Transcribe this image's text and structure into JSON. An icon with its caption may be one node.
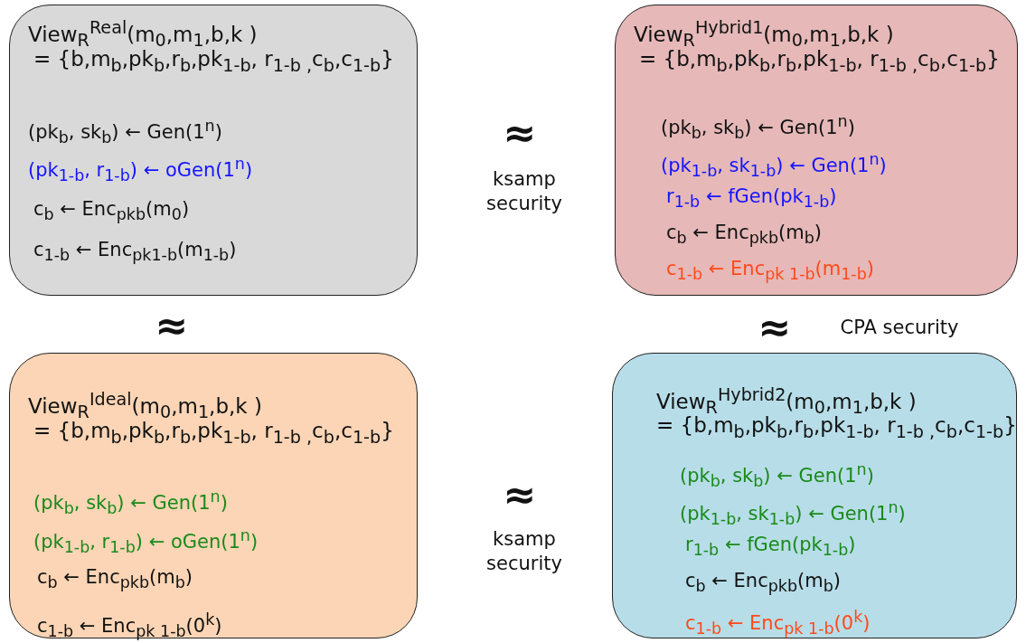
{
  "diagram": {
    "nodes": [
      {
        "text": [
          "View$_{R}$$^{Real}$(m$_{0}$,m$_{1}$,b,k )",
          "= {b,m$_{b}$,pk$_{b}$,r$_{b}$,pk$_{1-b}$, r$_{1-b ,}$c$_{b}$,c$_{1-b}$}",
          "(pk$_{b}$, sk$_{b}$) ← Gen(1$^{n}$)",
          "(pk$_{1-b}$, r$_{1-b}$) ← oGen(1$^{n}$)",
          "c$_{b}$ ← Enc$_{pkb}$(m$_{0}$)",
          "c$_{1-b}$ ← Enc$_{pk1-b}$(m$_{1-b}$)"
        ]
      },
      {
        "text": [
          "View$_{R}$$^{Hybrid1}$(m$_{0}$,m$_{1}$,b,k )",
          "= {b,m$_{b}$,pk$_{b}$,r$_{b}$,pk$_{1-b}$, r$_{1-b ,}$c$_{b}$,c$_{1-b}$}",
          "(pk$_{b}$, sk$_{b}$) ← Gen(1$^{n}$)",
          "(pk$_{1-b}$, sk$_{1-b}$) ← Gen(1$^{n}$)",
          "r$_{1-b}$ ← fGen(pk$_{1-b}$)",
          "c$_{b}$ ← Enc$_{pkb}$(m$_{b}$)",
          "c$_{1-b}$ ← Enc$_{pk 1-b}$(m$_{1-b}$)"
        ]
      },
      {
        "text": [
          "View$_{R}$$^{Ideal}$(m$_{0}$,m$_{1}$,b,k )",
          "= {b,m$_{b}$,pk$_{b}$,r$_{b}$,pk$_{1-b}$, r$_{1-b ,}$c$_{b}$,c$_{1-b}$}",
          "(pk$_{b}$, sk$_{b}$) ← Gen(1$^{n}$)",
          "(pk$_{1-b}$, r$_{1-b}$) ← oGen(1$^{n}$)",
          "c$_{b}$ ← Enc$_{pkb}$(m$_{b}$)",
          "c$_{1-b}$ ← Enc$_{pk 1-b}$(0$^{k}$)"
        ]
      },
      {
        "text": [
          "View$_{R}$$^{Hybrid2}$(m$_{0}$,m$_{1}$,b,k )",
          "= {b,m$_{b}$,pk$_{b}$,r$_{b}$,pk$_{1-b}$, r$_{1-b ,}$c$_{b}$,c$_{1-b}$}",
          "(pk$_{b}$, sk$_{b}$) ← Gen(1$^{n}$)",
          "(pk$_{1-b}$, sk$_{1-b}$) ← Gen(1$^{n}$)",
          "r$_{1-b}$ ← fGen(pk$_{1-b}$)",
          "c$_{b}$ ← Enc$_{pkb}$(m$_{b}$)",
          "c$_{1-b}$ ← Enc$_{pk 1-b}$(0$^{k}$)"
        ]
      }
    ],
    "labels": [
      "≈",
      "ksamp security",
      "≈",
      "≈",
      "CPA security",
      "≈",
      "ksamp security"
    ]
  }
}
